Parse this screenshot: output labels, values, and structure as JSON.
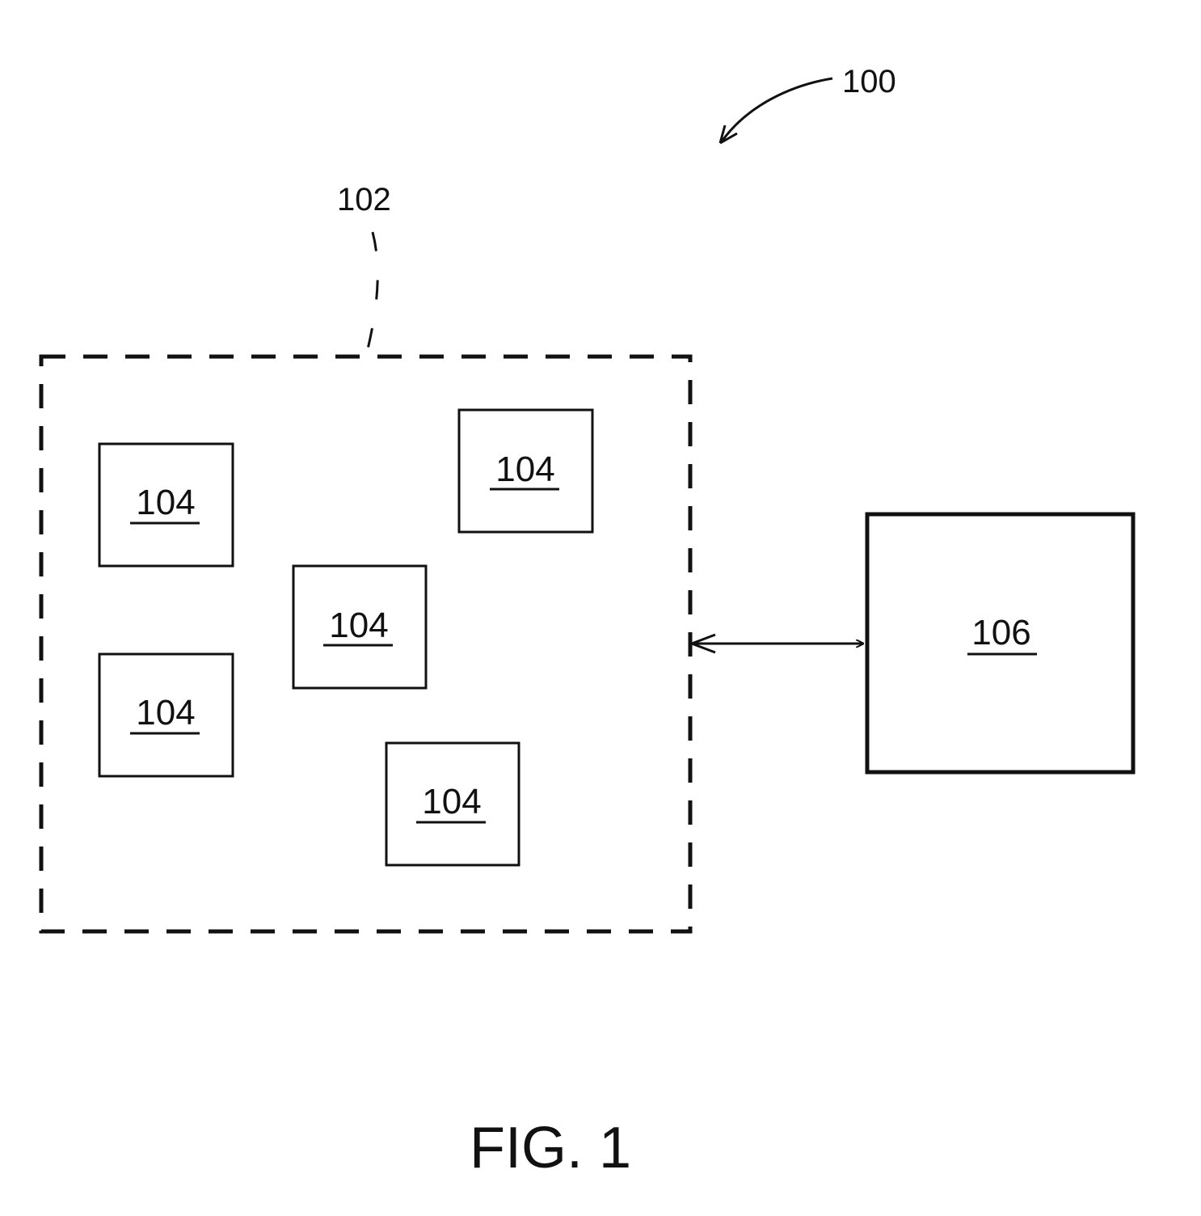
{
  "figure": {
    "caption": "FIG. 1"
  },
  "reference_numerals": {
    "system": "100",
    "region": "102"
  },
  "components": [
    {
      "label": "104"
    },
    {
      "label": "104"
    },
    {
      "label": "104"
    },
    {
      "label": "104"
    },
    {
      "label": "104"
    }
  ],
  "external_unit": {
    "label": "106"
  },
  "connection": {
    "type": "bidirectional-arrow"
  },
  "colors": {
    "ink": "#111111",
    "background": "#ffffff"
  }
}
